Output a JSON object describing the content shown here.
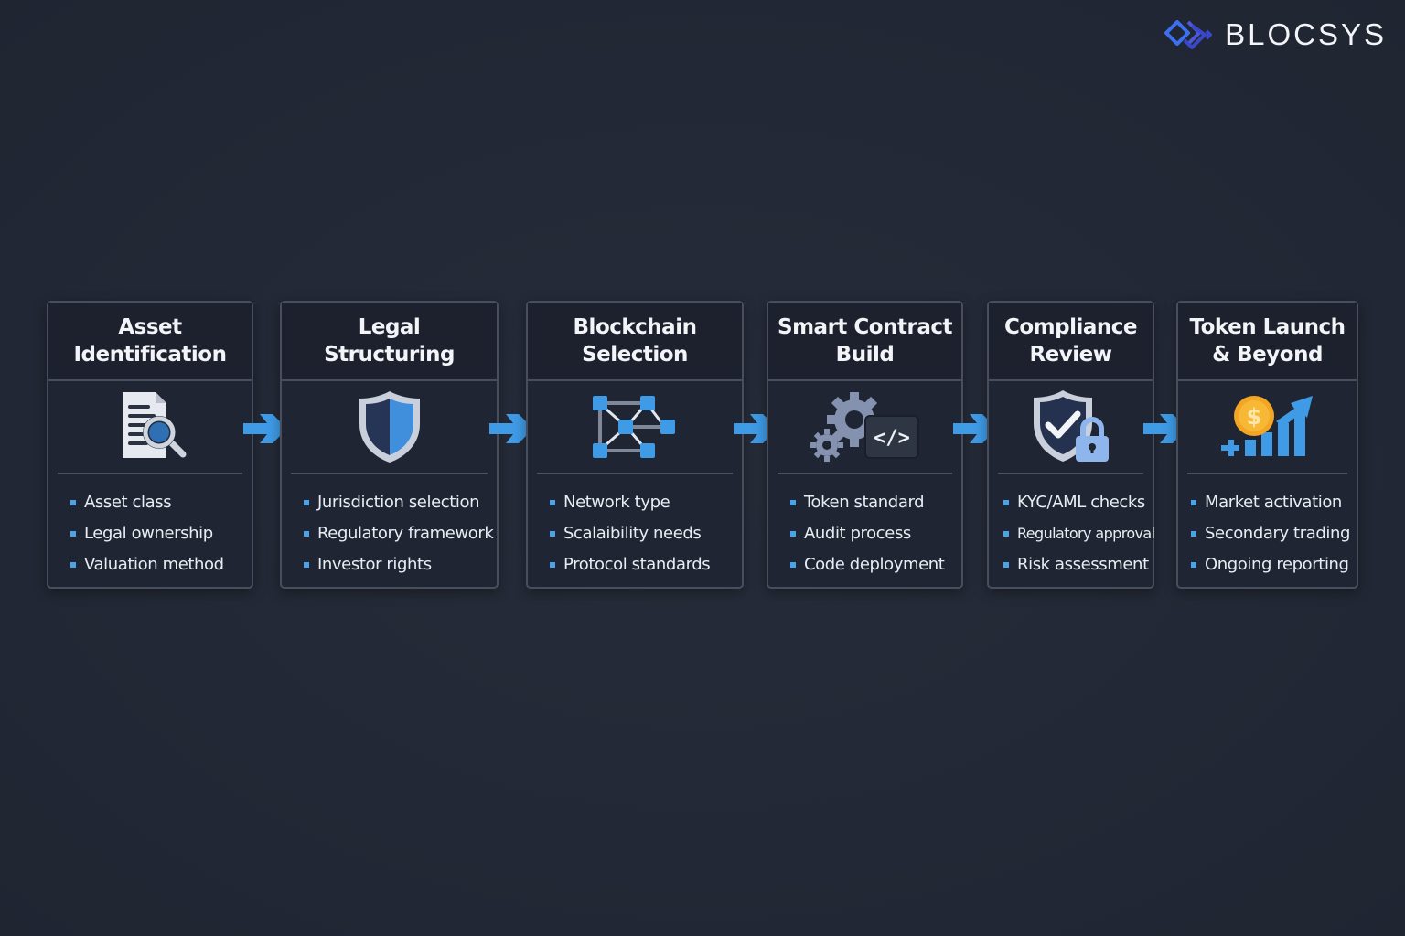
{
  "brand": {
    "name": "BLOCSYS",
    "logo_icon": "interlocked-diamonds-logo",
    "accent_color": "#3d5bd9"
  },
  "colors": {
    "background": "#232936",
    "card_background": "#1f2532",
    "card_border": "#474f5e",
    "accent_blue": "#3f9be6",
    "bullet": "#4aa3e8",
    "text": "#eef1f6"
  },
  "flow": {
    "connector_icon": "arrow-right-icon",
    "steps": [
      {
        "title": "Asset\nIdentification",
        "icon": "document-search-icon",
        "items": [
          "Asset class",
          "Legal ownership",
          "Valuation method"
        ]
      },
      {
        "title": "Legal\nStructuring",
        "icon": "shield-icon",
        "items": [
          "Jurisdiction selection",
          "Regulatory framework",
          "Investor rights"
        ]
      },
      {
        "title": "Blockchain\nSelection",
        "icon": "network-nodes-icon",
        "items": [
          "Network type",
          "Scalaibility needs",
          "Protocol standards"
        ]
      },
      {
        "title": "Smart Contract\nBuild",
        "icon": "gear-code-icon",
        "items": [
          "Token standard",
          "Audit process",
          "Code deployment"
        ]
      },
      {
        "title": "Compliance\nReview",
        "icon": "shield-check-lock-icon",
        "items": [
          "KYC/AML checks",
          "Regulatory approval",
          "Risk assessment"
        ]
      },
      {
        "title": "Token Launch\n& Beyond",
        "icon": "coin-growth-chart-icon",
        "items": [
          "Market activation",
          "Secondary trading",
          "Ongoing reporting"
        ]
      }
    ]
  }
}
